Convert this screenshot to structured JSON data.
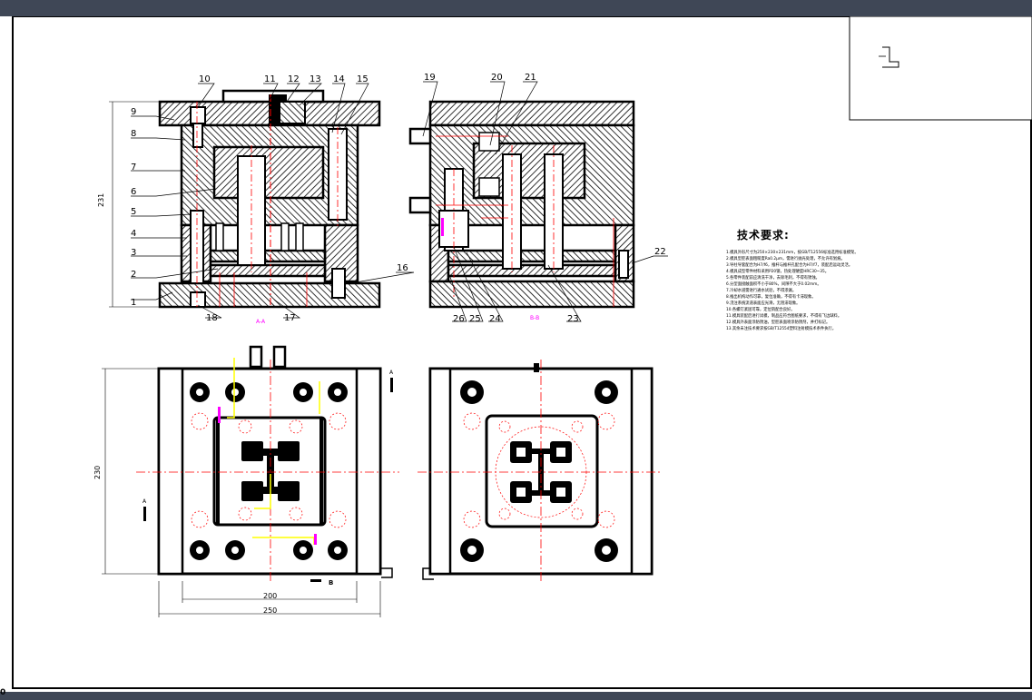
{
  "window": {
    "corner_label": "0"
  },
  "drawing": {
    "callouts_section_a": [
      "1",
      "2",
      "3",
      "4",
      "5",
      "6",
      "7",
      "8",
      "9",
      "10",
      "11",
      "12",
      "13",
      "14",
      "15",
      "16",
      "17",
      "18"
    ],
    "callouts_section_b": [
      "19",
      "20",
      "21",
      "22",
      "23",
      "24",
      "25",
      "26"
    ],
    "section_a_label": "A-A",
    "section_b_label": "B-B",
    "dim_height_section": "231",
    "dim_height_plan": "230",
    "dim_width_inner": "200",
    "dim_width_outer": "250",
    "view_marker_a": "A",
    "view_marker_b": "B"
  },
  "tech_requirements": {
    "title": "技术要求:",
    "notes": [
      "1.模具外形尺寸为250×230×231mm，按GB/T12556标准选用标准模架。",
      "2.模具型腔表面粗糙度Ra0.2μm，需进行抛光处理，不允许有划痕。",
      "3.导柱导套配合为H7/f6，推杆与推杆孔配合为H7/f7，装配后运动灵活。",
      "4.模具成型零件材料采用P20钢，热处理硬度HRC30~35。",
      "5.各零件装配前应清洗干净，去除毛刺，不得有锈蚀。",
      "6.分型面接触面积不小于80%，间隙不大于0.02mm。",
      "7.冷却水道需进行通水试验，不得渗漏。",
      "8.推出机构动作可靠，复位准确，不得有卡滞现象。",
      "9.浇注系统流道表面应光滑，无阻滞现象。",
      "10.各螺钉紧固可靠，定位销配合良好。",
      "11.模具装配后进行试模，制品应符合图纸要求，不得有飞边缺料。",
      "12.模具外表面涂防锈油，型腔表面喷涂防锈剂，并打标记。",
      "13.其余未注技术要求按GB/T12554塑料注射模技术条件执行。"
    ]
  },
  "colors": {
    "window_chrome": "#3f4756",
    "sheet": "#ffffff",
    "outline": "#000000",
    "centerline": "#ff0000",
    "highlight": "#ffff00",
    "marker": "#ff00ff"
  }
}
